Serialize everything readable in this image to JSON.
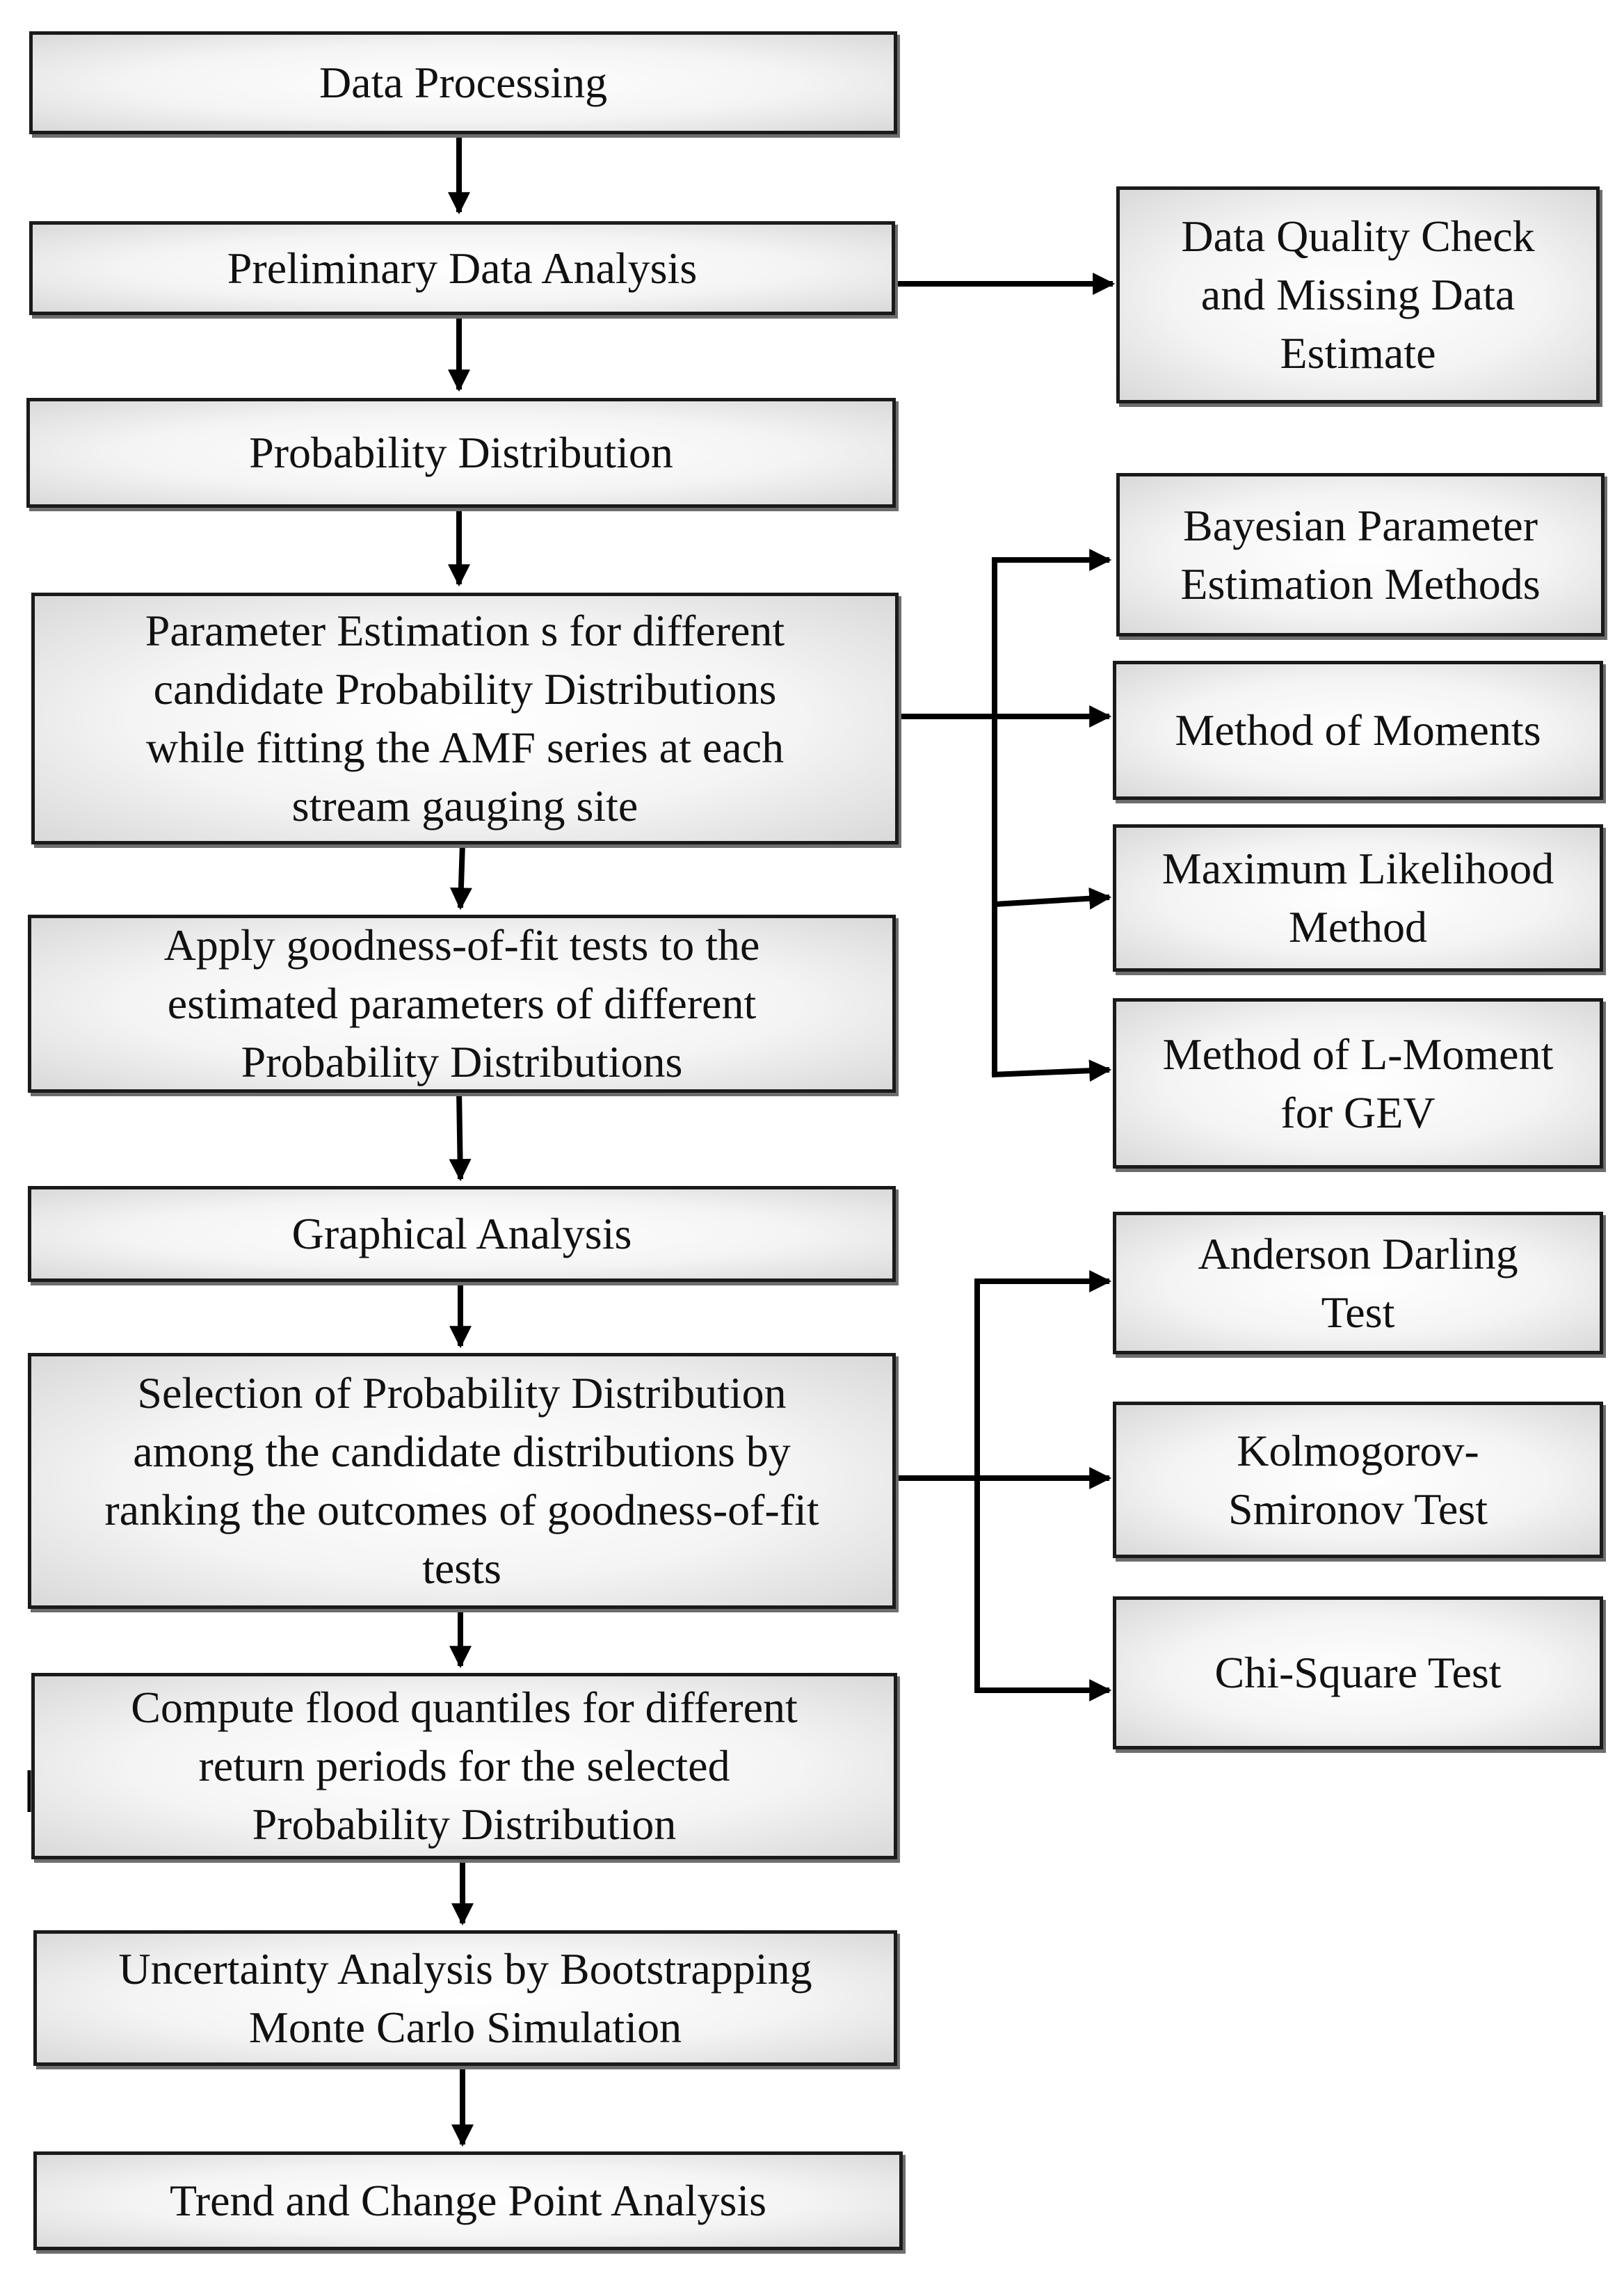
{
  "main_flow": [
    {
      "id": "data-processing",
      "label": "Data Processing"
    },
    {
      "id": "preliminary-analysis",
      "label": "Preliminary Data Analysis"
    },
    {
      "id": "probability-distribution",
      "label": "Probability Distribution"
    },
    {
      "id": "parameter-estimation",
      "label": "Parameter Estimation s for different\ncandidate Probability Distributions\nwhile fitting the AMF series at each\nstream gauging site"
    },
    {
      "id": "goodness-of-fit",
      "label": "Apply goodness-of-fit tests to the\nestimated parameters of different\nProbability Distributions"
    },
    {
      "id": "graphical-analysis",
      "label": "Graphical Analysis"
    },
    {
      "id": "selection",
      "label": "Selection of Probability Distribution\namong the candidate distributions by\nranking the outcomes of goodness-of-fit\ntests"
    },
    {
      "id": "flood-quantiles",
      "label": "Compute flood quantiles for different\nreturn periods for the selected\nProbability Distribution"
    },
    {
      "id": "uncertainty",
      "label": "Uncertainty Analysis by Bootstrapping\nMonte Carlo Simulation"
    },
    {
      "id": "trend",
      "label": "Trend and Change Point Analysis"
    }
  ],
  "quality_branch": [
    {
      "id": "quality-check",
      "label": "Data Quality Check\nand Missing Data\nEstimate"
    }
  ],
  "estimation_methods": [
    {
      "id": "bayesian",
      "label": "Bayesian Parameter\nEstimation Methods"
    },
    {
      "id": "moments",
      "label": "Method of Moments"
    },
    {
      "id": "mle",
      "label": "Maximum Likelihood\nMethod"
    },
    {
      "id": "l-moment",
      "label": "Method of L-Moment\nfor GEV"
    }
  ],
  "fit_tests": [
    {
      "id": "anderson-darling",
      "label": "Anderson Darling\nTest"
    },
    {
      "id": "kolmogorov",
      "label": "Kolmogorov-\nSmironov Test"
    },
    {
      "id": "chi-square",
      "label": "Chi-Square Test"
    }
  ],
  "colors": {
    "box_fill_center": "#ffffff",
    "box_fill_edge": "#d9d9d9",
    "stroke": "#000000"
  }
}
